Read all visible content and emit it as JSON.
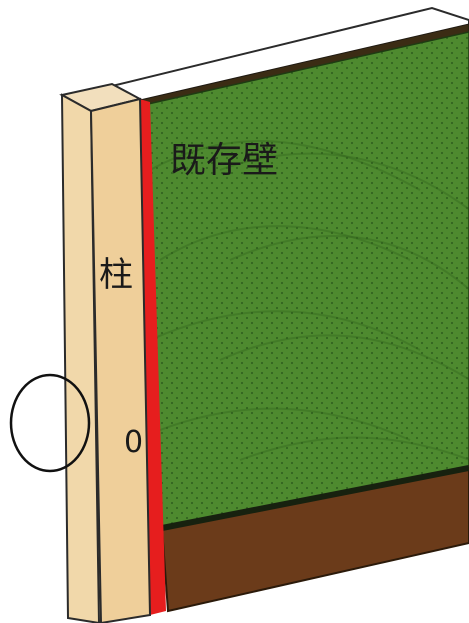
{
  "labels": {
    "wall": "既存壁",
    "pillar": "柱",
    "mark": "0"
  },
  "colors": {
    "wall_green": "#4e8a2f",
    "wall_dots": "#173d10",
    "pillar_wood": "#f2d7a8",
    "pillar_side": "#e7c690",
    "red_strip": "#e61e1e",
    "base_brown": "#6b3b1a",
    "top_edge": "#ffffff"
  },
  "icons": {
    "callout": "circle-outline"
  }
}
